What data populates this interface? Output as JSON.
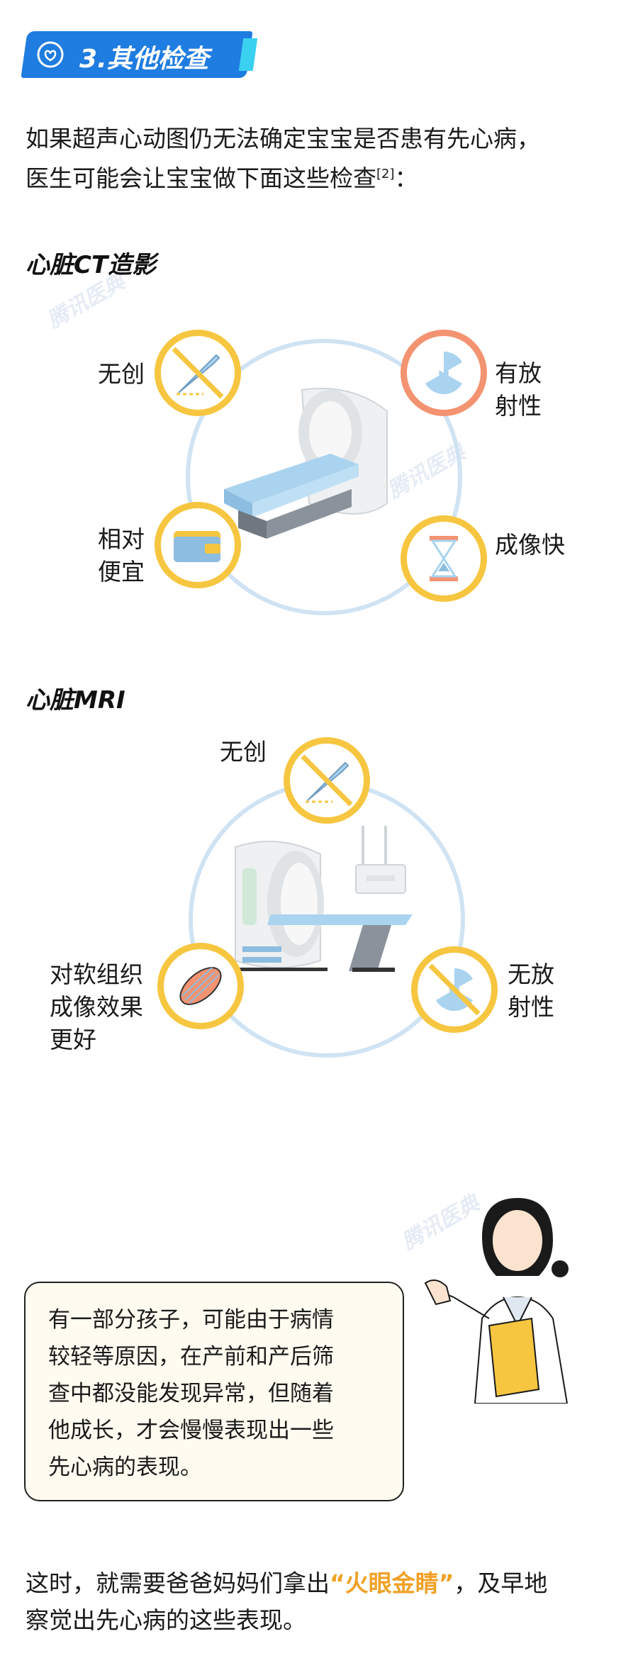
{
  "section": {
    "title": "3.其他检查",
    "icon": "heart-hand-icon"
  },
  "intro": {
    "line1": "如果超声心动图仍无法确定宝宝是否患有先心病，",
    "line2_main": "医生可能会让宝宝做下面这些检查",
    "line2_ref": "[2]",
    "line2_end": "："
  },
  "ct": {
    "title": "心脏CT造影",
    "features": {
      "noninvasive": "无创",
      "radiation_l1": "有放",
      "radiation_l2": "射性",
      "cheap_l1": "相对",
      "cheap_l2": "便宜",
      "fast": "成像快"
    },
    "icons": [
      "scalpel-crossed-icon",
      "radiation-icon",
      "wallet-icon",
      "hourglass-icon",
      "ct-scanner-icon"
    ]
  },
  "mri": {
    "title": "心脏MRI",
    "features": {
      "noninvasive": "无创",
      "soft_l1": "对软组织",
      "soft_l2": "成像效果",
      "soft_l3": "更好",
      "no_radiation_l1": "无放",
      "no_radiation_l2": "射性"
    },
    "icons": [
      "scalpel-crossed-icon",
      "muscle-tissue-icon",
      "radiation-crossed-icon",
      "mri-scanner-icon"
    ]
  },
  "note": {
    "l1": "有一部分孩子，可能由于病情",
    "l2": "较轻等原因，在产前和产后筛",
    "l3": "查中都没能发现异常，但随着",
    "l4": "他成长，才会慢慢表现出一些",
    "l5": "先心病的表现。"
  },
  "closing": {
    "l1_a": "这时，就需要爸爸妈妈们拿出",
    "l1_highlight": "“火眼金睛”",
    "l1_b": "，及早地",
    "l2": "察觉出先心病的这些表现。"
  },
  "watermark": "腾讯医典",
  "colors": {
    "blue": "#1f7ce0",
    "yellow": "#f6c640",
    "orange": "#f39371",
    "highlight": "#f0a126"
  }
}
